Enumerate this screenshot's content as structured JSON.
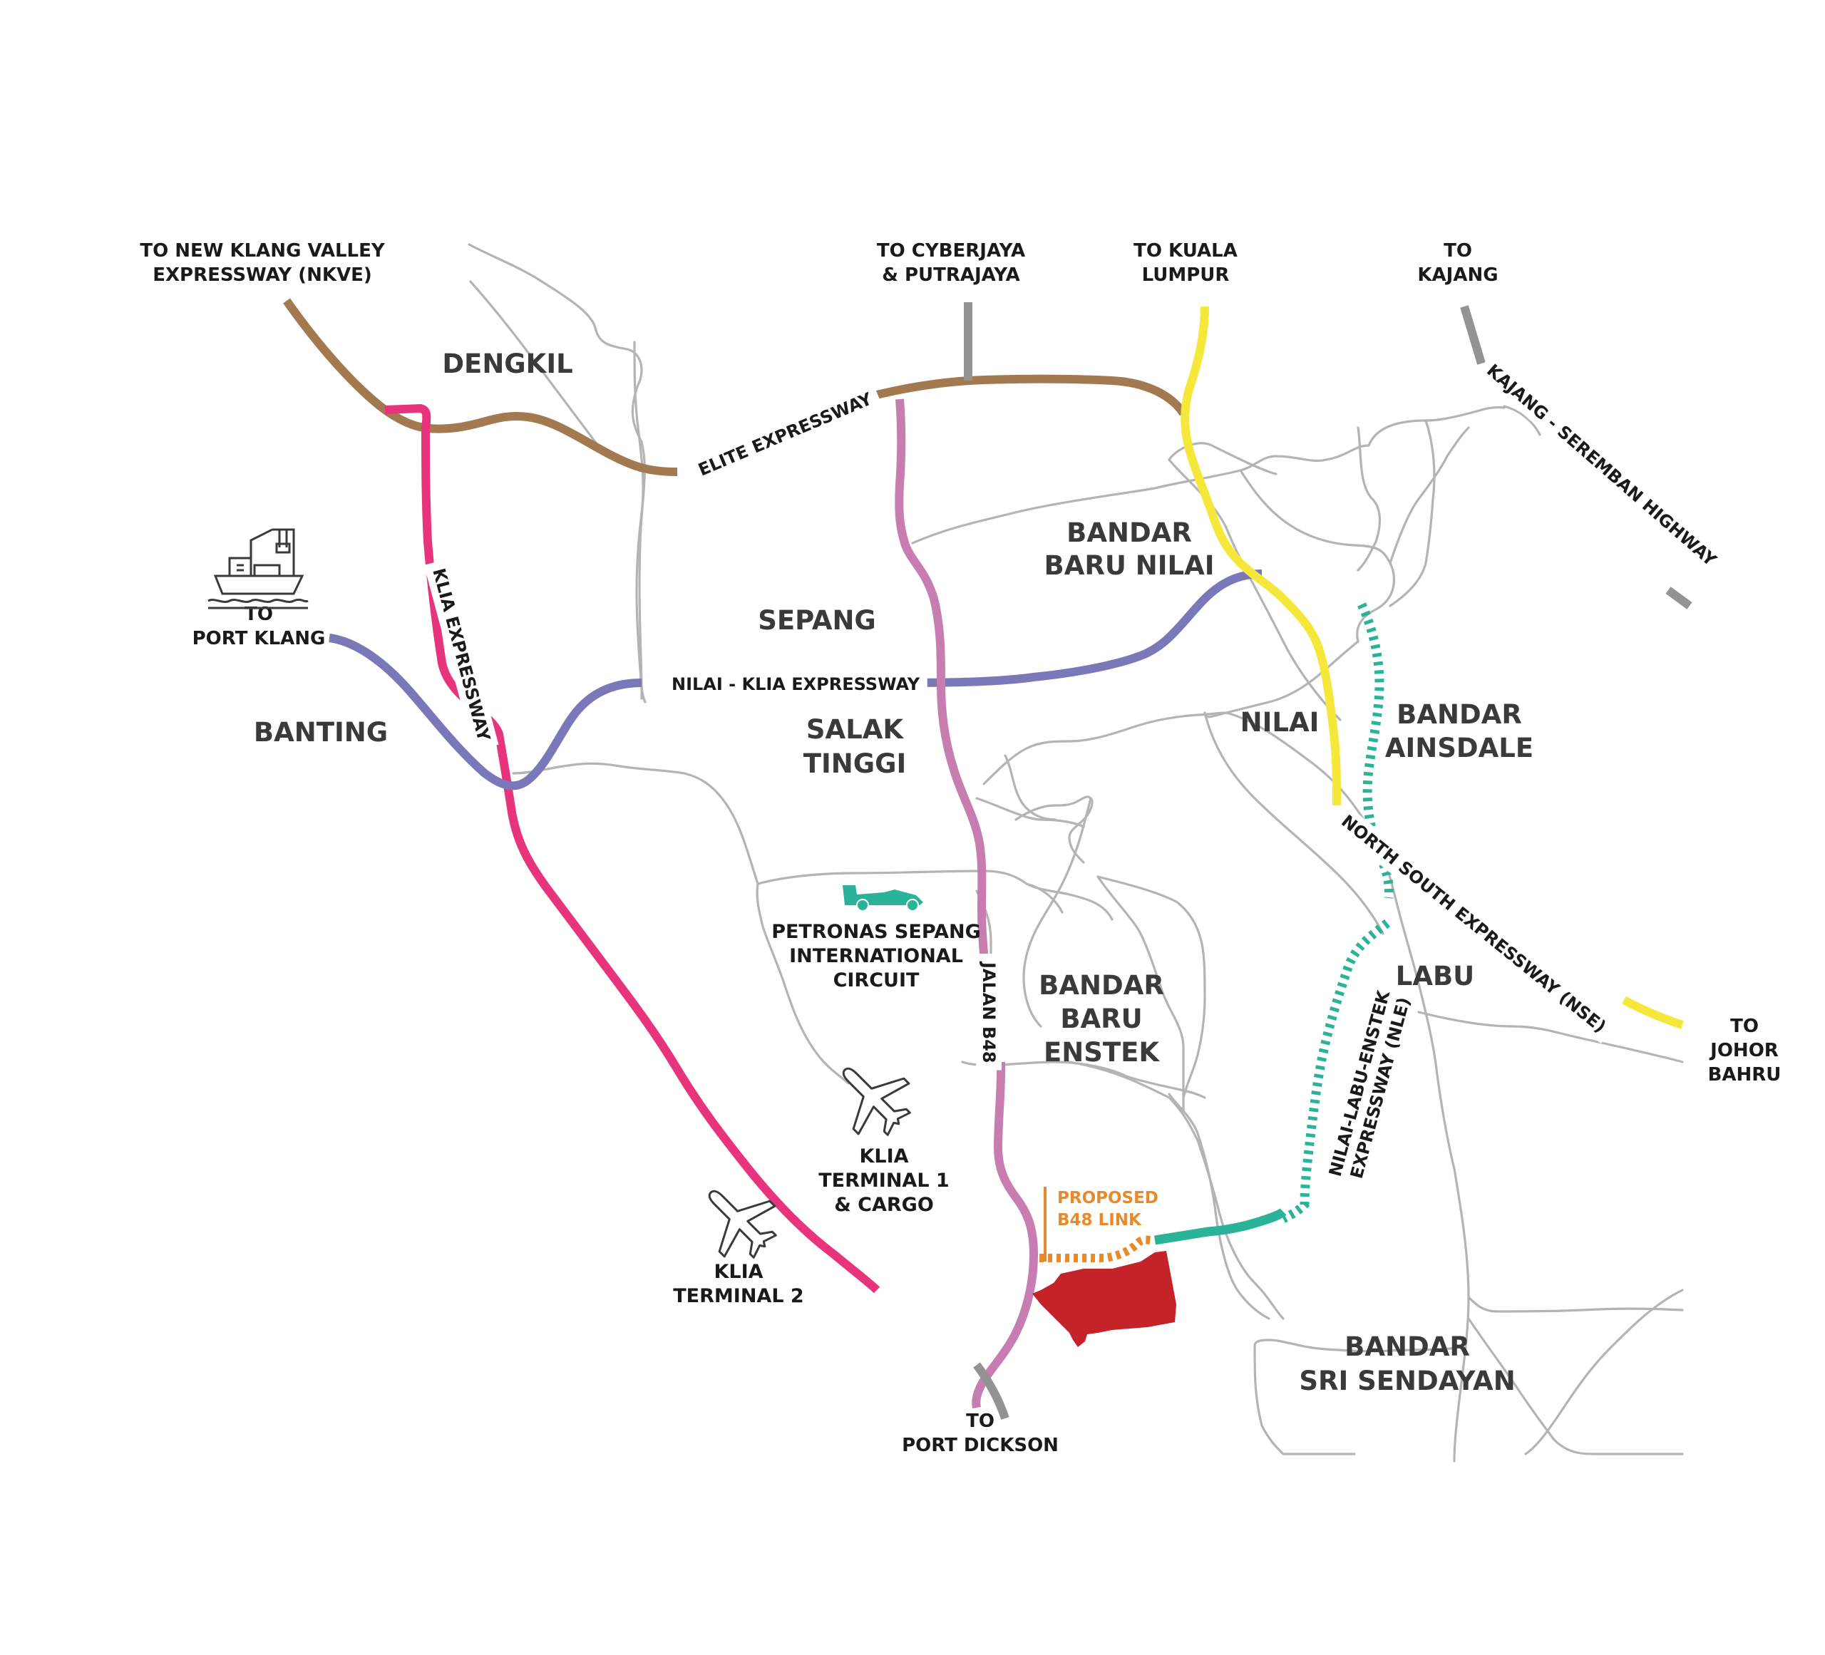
{
  "places": {
    "dengkil": "DENGKIL",
    "sepang": "SEPANG",
    "banting": "BANTING",
    "salak_tinggi": [
      "SALAK",
      "TINGGI"
    ],
    "bandar_baru_nilai": [
      "BANDAR",
      "BARU NILAI"
    ],
    "nilai": "NILAI",
    "bandar_ainsdale": [
      "BANDAR",
      "AINSDALE"
    ],
    "labu": "LABU",
    "bandar_baru_enstek": [
      "BANDAR",
      "BARU",
      "ENSTEK"
    ],
    "bandar_sri_sendayan": [
      "BANDAR",
      "SRI SENDAYAN"
    ]
  },
  "destinations": {
    "nkve": [
      "TO NEW KLANG VALLEY",
      "EXPRESSWAY (NKVE)"
    ],
    "cyberjaya": [
      "TO CYBERJAYA",
      "& PUTRAJAYA"
    ],
    "kuala_lumpur": [
      "TO KUALA",
      "LUMPUR"
    ],
    "kajang": [
      "TO",
      "KAJANG"
    ],
    "port_klang": [
      "TO",
      "PORT KLANG"
    ],
    "johor_bahru": [
      "TO",
      "JOHOR",
      "BAHRU"
    ],
    "port_dickson": [
      "TO",
      "PORT DICKSON"
    ]
  },
  "roads": {
    "elite": "ELITE EXPRESSWAY",
    "klia_expressway": "KLIA EXPRESSWAY",
    "nilai_klia": "NILAI - KLIA EXPRESSWAY",
    "jalan_b48": "JALAN B48",
    "kajang_seremban": "KAJANG - SEREMBAN HIGHWAY",
    "nse": "NORTH SOUTH EXPRESSWAY (NSE)",
    "nle": [
      "NILAI-LABU-ENSTEK",
      "EXPRESSWAY (NLE)"
    ]
  },
  "pois": {
    "sepang_circuit": [
      "PETRONAS SEPANG",
      "INTERNATIONAL",
      "CIRCUIT"
    ],
    "klia_t1": [
      "KLIA",
      "TERMINAL 1",
      "& CARGO"
    ],
    "klia_t2": [
      "KLIA",
      "TERMINAL 2"
    ],
    "proposed_link": [
      "PROPOSED",
      "B48 LINK"
    ]
  },
  "icons": {
    "port": "port-crane-ship-icon",
    "circuit": "race-car-icon",
    "airport_t1": "airplane-icon",
    "airport_t2": "airplane-icon"
  },
  "colors": {
    "elite": "#a37a4f",
    "klia_expressway": "#e8347d",
    "nilai_klia": "#7b78b9",
    "jalan_b48": "#c77db0",
    "nse": "#f5e83a",
    "nle": "#2bb39a",
    "connector": "#939393",
    "proposed": "#e8892a",
    "site": "#c4232a",
    "circuit_icon": "#2bb39a",
    "minor_road": "#b4b4b4"
  }
}
